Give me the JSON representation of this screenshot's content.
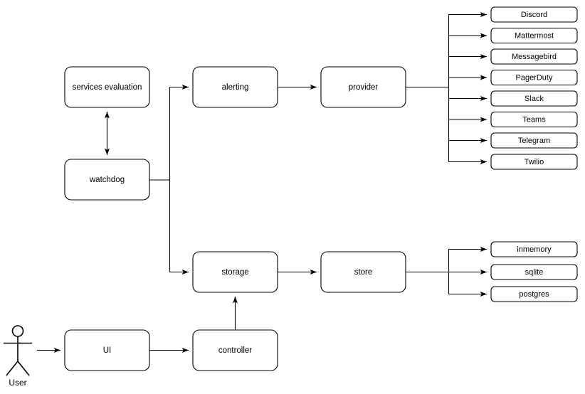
{
  "diagram": {
    "actor": {
      "name": "User",
      "label": "User"
    },
    "nodes": {
      "services_evaluation": "services evaluation",
      "watchdog": "watchdog",
      "alerting": "alerting",
      "provider": "provider",
      "storage": "storage",
      "store": "store",
      "ui": "UI",
      "controller": "controller"
    },
    "providers": [
      "Discord",
      "Mattermost",
      "Messagebird",
      "PagerDuty",
      "Slack",
      "Teams",
      "Telegram",
      "Twilio"
    ],
    "stores": [
      "inmemory",
      "sqlite",
      "postgres"
    ],
    "colors": {
      "stroke": "#000000",
      "fill": "#ffffff",
      "text": "#000000"
    }
  }
}
